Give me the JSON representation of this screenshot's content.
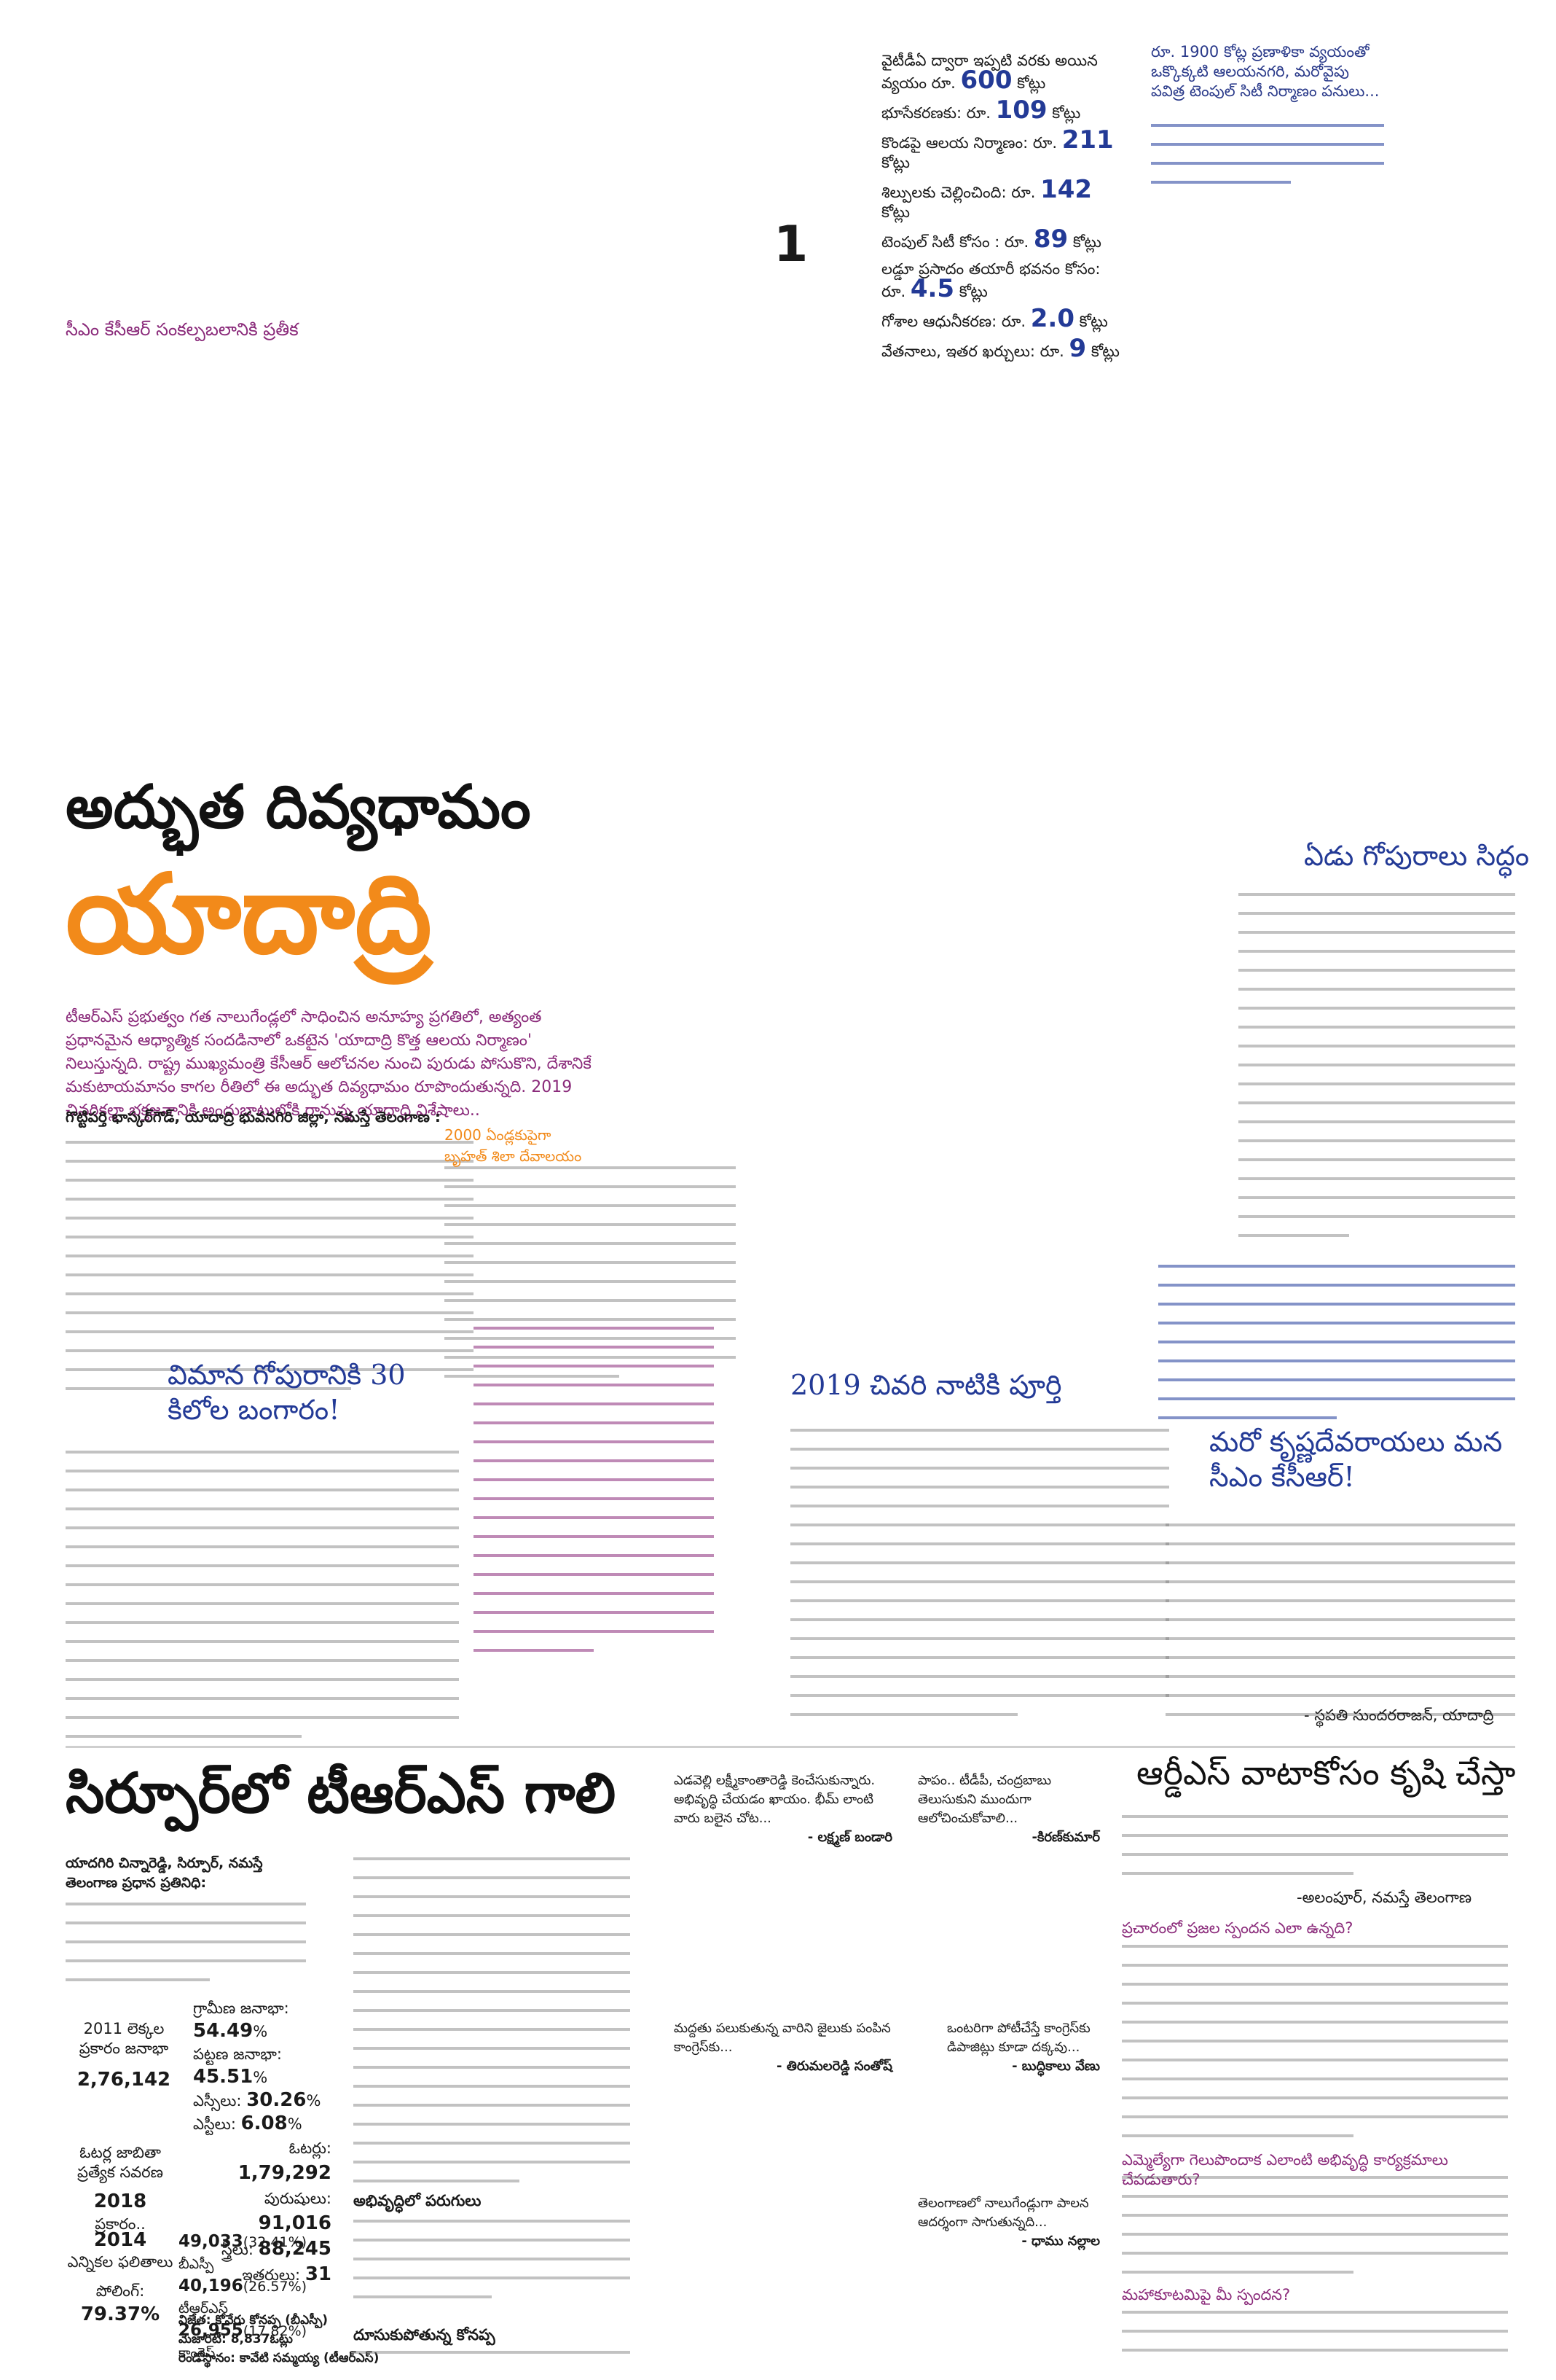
{
  "top": {
    "page_number": "1",
    "cm_tagline": "సీఎం కేసీఆర్‌ సంకల్పబలానికి ప్రతీక",
    "costs": [
      {
        "label": "వైటీడీఏ ద్వారా ఇప్పటి వరకు అయిన వ్యయం రూ.",
        "value": "600",
        "unit": "కోట్లు"
      },
      {
        "label": "భూసేకరణకు: రూ.",
        "value": "109",
        "unit": "కోట్లు"
      },
      {
        "label": "కొండపై ఆలయ నిర్మాణం: రూ.",
        "value": "211",
        "unit": "కోట్లు"
      },
      {
        "label": "శిల్పులకు చెల్లించింది: రూ.",
        "value": "142",
        "unit": "కోట్లు"
      },
      {
        "label": "టెంపుల్‌ సిటీ కోసం : రూ.",
        "value": "89",
        "unit": "కోట్లు"
      },
      {
        "label": "లడ్డూ ప్రసాదం తయారీ భవనం కోసం: రూ.",
        "value": "4.5",
        "unit": "కోట్లు"
      },
      {
        "label": "గోశాల ఆధునీకరణ: రూ.",
        "value": "2.0",
        "unit": "కోట్లు"
      },
      {
        "label": "వేతనాలు, ఇతర ఖర్చులు: రూ.",
        "value": "9",
        "unit": "కోట్లు"
      }
    ],
    "side_intro": "రూ. 1900 కోట్ల ప్రణాళికా వ్యయంతో ఒక్కొక్కటి ఆలయనగరి, మరోవైపు పవిత్ర టెంపుల్‌ సిటీ నిర్మాణం పనులు..."
  },
  "headline": {
    "kicker": "అద్భుత దివ్యధామం",
    "title": "యాదాద్రి",
    "intro": "టీఆర్‌ఎస్‌ ప్రభుత్వం గత నాలుగేండ్లలో సాధించిన అనూహ్య ప్రగతిలో, అత్యంత ప్రధానమైన ఆధ్యాత్మిక సందడినాలో ఒకటైన 'యాదాద్రి కొత్త ఆలయ నిర్మాణం' నిలుస్తున్నది. రాష్ట్ర ముఖ్యమంత్రి కేసీఆర్‌ ఆలోచనల నుంచి పురుడు పోసుకొని, దేశానికే మకుటాయమానం కాగల రీతిలో ఈ అద్భుత దివ్యధామం రూపొందుతున్నది. 2019 చివరికల్లా భక్తజనానికి అందుబాటులోకి రానున్న యాదాద్రి విశేషాలు..",
    "byline": "గొట్టిపర్తి భాస్కర్‌గౌడ్‌, యాదాద్రి భువనగిరి జిల్లా, నమస్తే తెలంగాణ :"
  },
  "subheads": {
    "gold": "విమాన గోపురానికి 30 కిలోల బంగారం!",
    "stone": "2000 ఏండ్లకుపైగా బృహత్‌ శిలా దేవాలయం",
    "finish": "2019 చివరి నాటికి పూర్తి",
    "gopurams": "ఏడు గోపురాలు సిద్ధం",
    "krishna": "మరో కృష్ణదేవరాయలు మన సీఎం కేసీఆర్‌!",
    "krishna_credit": "- స్థపతి సుందరరాజన్‌, యాదాద్రి"
  },
  "sirpur": {
    "headline": "సిర్పూర్‌లో టీఆర్‌ఎస్‌ గాలి",
    "byline": "యాదగిరి చిన్నారెడ్డి, సిర్పూర్‌, నమస్తే తెలంగాణ ప్రధాన ప్రతినిధి:",
    "census_label": "2011 లెక్కల ప్రకారం జనాభా",
    "census_value": "2,76,142",
    "rural_label": "గ్రామీణ జనాభా:",
    "rural_value": "54.49",
    "urban_label": "పట్టణ జనాభా:",
    "urban_value": "45.51",
    "sc_label": "ఎస్సీలు:",
    "sc_value": "30.26",
    "st_label": "ఎస్టీలు:",
    "st_value": "6.08",
    "pct": "%",
    "voters_label": "ఓటర్ల జాబితా ప్రత్యేక సవరణ",
    "voters_year": "2018",
    "voters_suffix": "ప్రకారం..",
    "total_label": "ఓటర్లు:",
    "total_value": "1,79,292",
    "men_label": "పురుషులు:",
    "men_value": "91,016",
    "women_label": "స్త్రీలు:",
    "women_value": "88,245",
    "others_label": "ఇతరులు:",
    "others_value": "31",
    "results_year": "2014",
    "results_label": "ఎన్నికల ఫలితాలు",
    "polling_label": "పోలింగ్‌:",
    "polling_value": "79.37",
    "results": [
      {
        "votes": "49,033",
        "pct": "(32.41%)",
        "party": "బీఎస్పీ"
      },
      {
        "votes": "40,196",
        "pct": "(26.57%)",
        "party": "టీఆర్‌ఎస్‌"
      },
      {
        "votes": "26,955",
        "pct": "(17.82%)",
        "party": "కాంగ్రెస్‌"
      }
    ],
    "winner": "విజేత: కోనేరు కోనప్ప (బీఎస్పీ)",
    "majority": "మెజారిటీ: 8,837ఓట్లు",
    "runner_up": "రెండోస్థానం: కావేటి సమ్మయ్య (టీఆర్‌ఎస్‌)",
    "section_dev": "అభివృద్ధిలో పరుగులు",
    "section_work": "దూసుకుపోతున్న కోనప్ప"
  },
  "quotes": [
    {
      "text": "ఎడవెల్లి లక్ష్మీకాంతారెడ్డి కెంచేసుకున్నారు. అభివృద్ధి చేయడం ఖాయం. భీమ్‌ లాంటి వారు బలైన చోట...",
      "credit": "- లక్ష్మణ్‌ బండారి"
    },
    {
      "text": "పాపం.. టీడీపీ, చంద్రబాబు తెలుసుకుని ముందుగా ఆలోచించుకోవాలి...",
      "credit": "-కిరణ్‌కుమార్‌"
    },
    {
      "text": "ఒంటరిగా పోటీచేస్తే కాంగ్రెస్‌కు డిపాజిట్లు కూడా దక్కవు...",
      "credit": "- బుద్ధికాలు వేణు"
    },
    {
      "text": "మద్దతు పలుకుతున్న వారిని జైలుకు పంపిన కాంగ్రెస్‌కు...",
      "credit": "- తిరుమలరెడ్డి సంతోష్‌"
    },
    {
      "text": "తెలంగాణలో నాలుగేండ్లుగా పాలన ఆదర్శంగా సాగుతున్నది...",
      "credit": "- ధాము నల్లాల"
    }
  ],
  "interview": {
    "headline": "ఆర్డీఎస్‌ వాటాకోసం కృషి చేస్తా",
    "credit": "-అలంపూర్‌, నమస్తే తెలంగాణ",
    "q1": "ప్రచారంలో ప్రజల స్పందన ఎలా ఉన్నది?",
    "q2": "ఎమ్మెల్యేగా గెలుపొందాక ఎలాంటి అభివృద్ధి కార్యక్రమాలు చేపడుతారు?",
    "q3": "మహాకూటమిపై మీ స్పందన?"
  },
  "colors": {
    "accent_orange": "#f28a1a",
    "brand_purple": "#8a2a7a",
    "heading_blue": "#233a96"
  }
}
